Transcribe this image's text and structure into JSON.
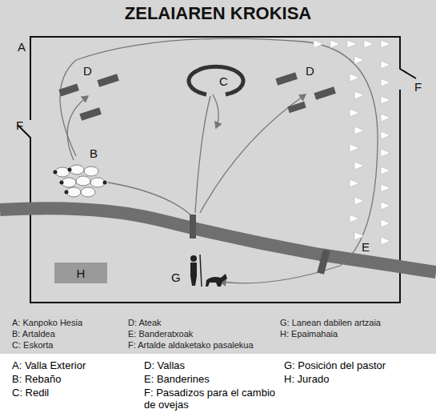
{
  "diagram": {
    "title": "ZELAIAREN KROKISA",
    "nodes": [
      {
        "text": [
          "H"
        ]
      }
    ],
    "labels": [
      "A",
      "F",
      "D",
      "C",
      "D",
      "F",
      "B",
      "E",
      "G",
      "A: Kanpoko Hesia",
      "B: Artaldea",
      "C: Eskorta",
      "D: Ateak",
      "E: Banderatxoak",
      "F: Artalde aldaketako pasalekua",
      "G: Lanean dabilen artzaia",
      "H: Epaimahaia",
      "A: Valla Exterior",
      "B: Rebaño",
      "C: Redil",
      "D: Vallas",
      "E: Banderines",
      "F: Pasadizos para el cambio de ovejas",
      "G: Posición del pastor",
      "H: Jurado"
    ]
  }
}
